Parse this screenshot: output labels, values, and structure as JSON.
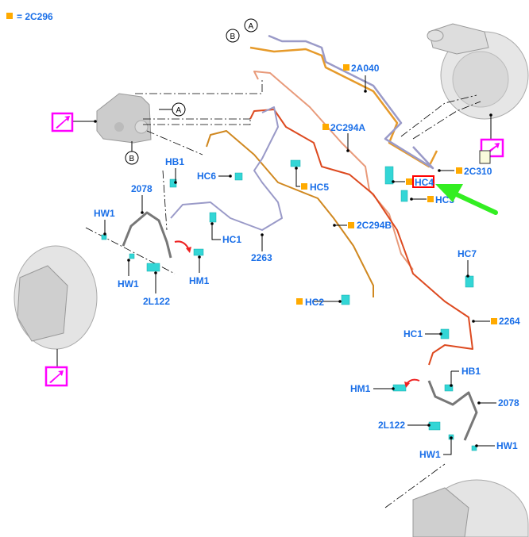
{
  "legend": {
    "text": "= 2C296",
    "marker_color": "#ffaa00"
  },
  "colors": {
    "label": "#1a6fe8",
    "marker": "#ffaa00",
    "highlight_box": "#ff0000",
    "callout_box": "#ff00ff",
    "pointer_arrow": "#33ee22",
    "clip": "#33d6d6"
  },
  "circle_refs": [
    "A",
    "B",
    "A",
    "B"
  ],
  "labels": {
    "p2A040": "2A040",
    "p2C294A": "2C294A",
    "p2C310": "2C310",
    "hc4": "HC4",
    "hc3": "HC3",
    "hc5": "HC5",
    "hb1_left": "HB1",
    "hc6": "HC6",
    "p2078_left": "2078",
    "hw1_left_top": "HW1",
    "hc1_left": "HC1",
    "p2263": "2263",
    "p2C294B": "2C294B",
    "hm1_left": "HM1",
    "hw1_left_bottom": "HW1",
    "p2L122_left": "2L122",
    "hc2": "HC2",
    "hc7": "HC7",
    "p2264": "2264",
    "hc1_right": "HC1",
    "hb1_right": "HB1",
    "hm1_right": "HM1",
    "p2078_right": "2078",
    "p2L122_right": "2L122",
    "hw1_right_right": "HW1",
    "hw1_right_left": "HW1"
  },
  "icons": [
    "callout-arrow-icon",
    "pointer-arrow-icon",
    "rotate-arrow-icon"
  ]
}
